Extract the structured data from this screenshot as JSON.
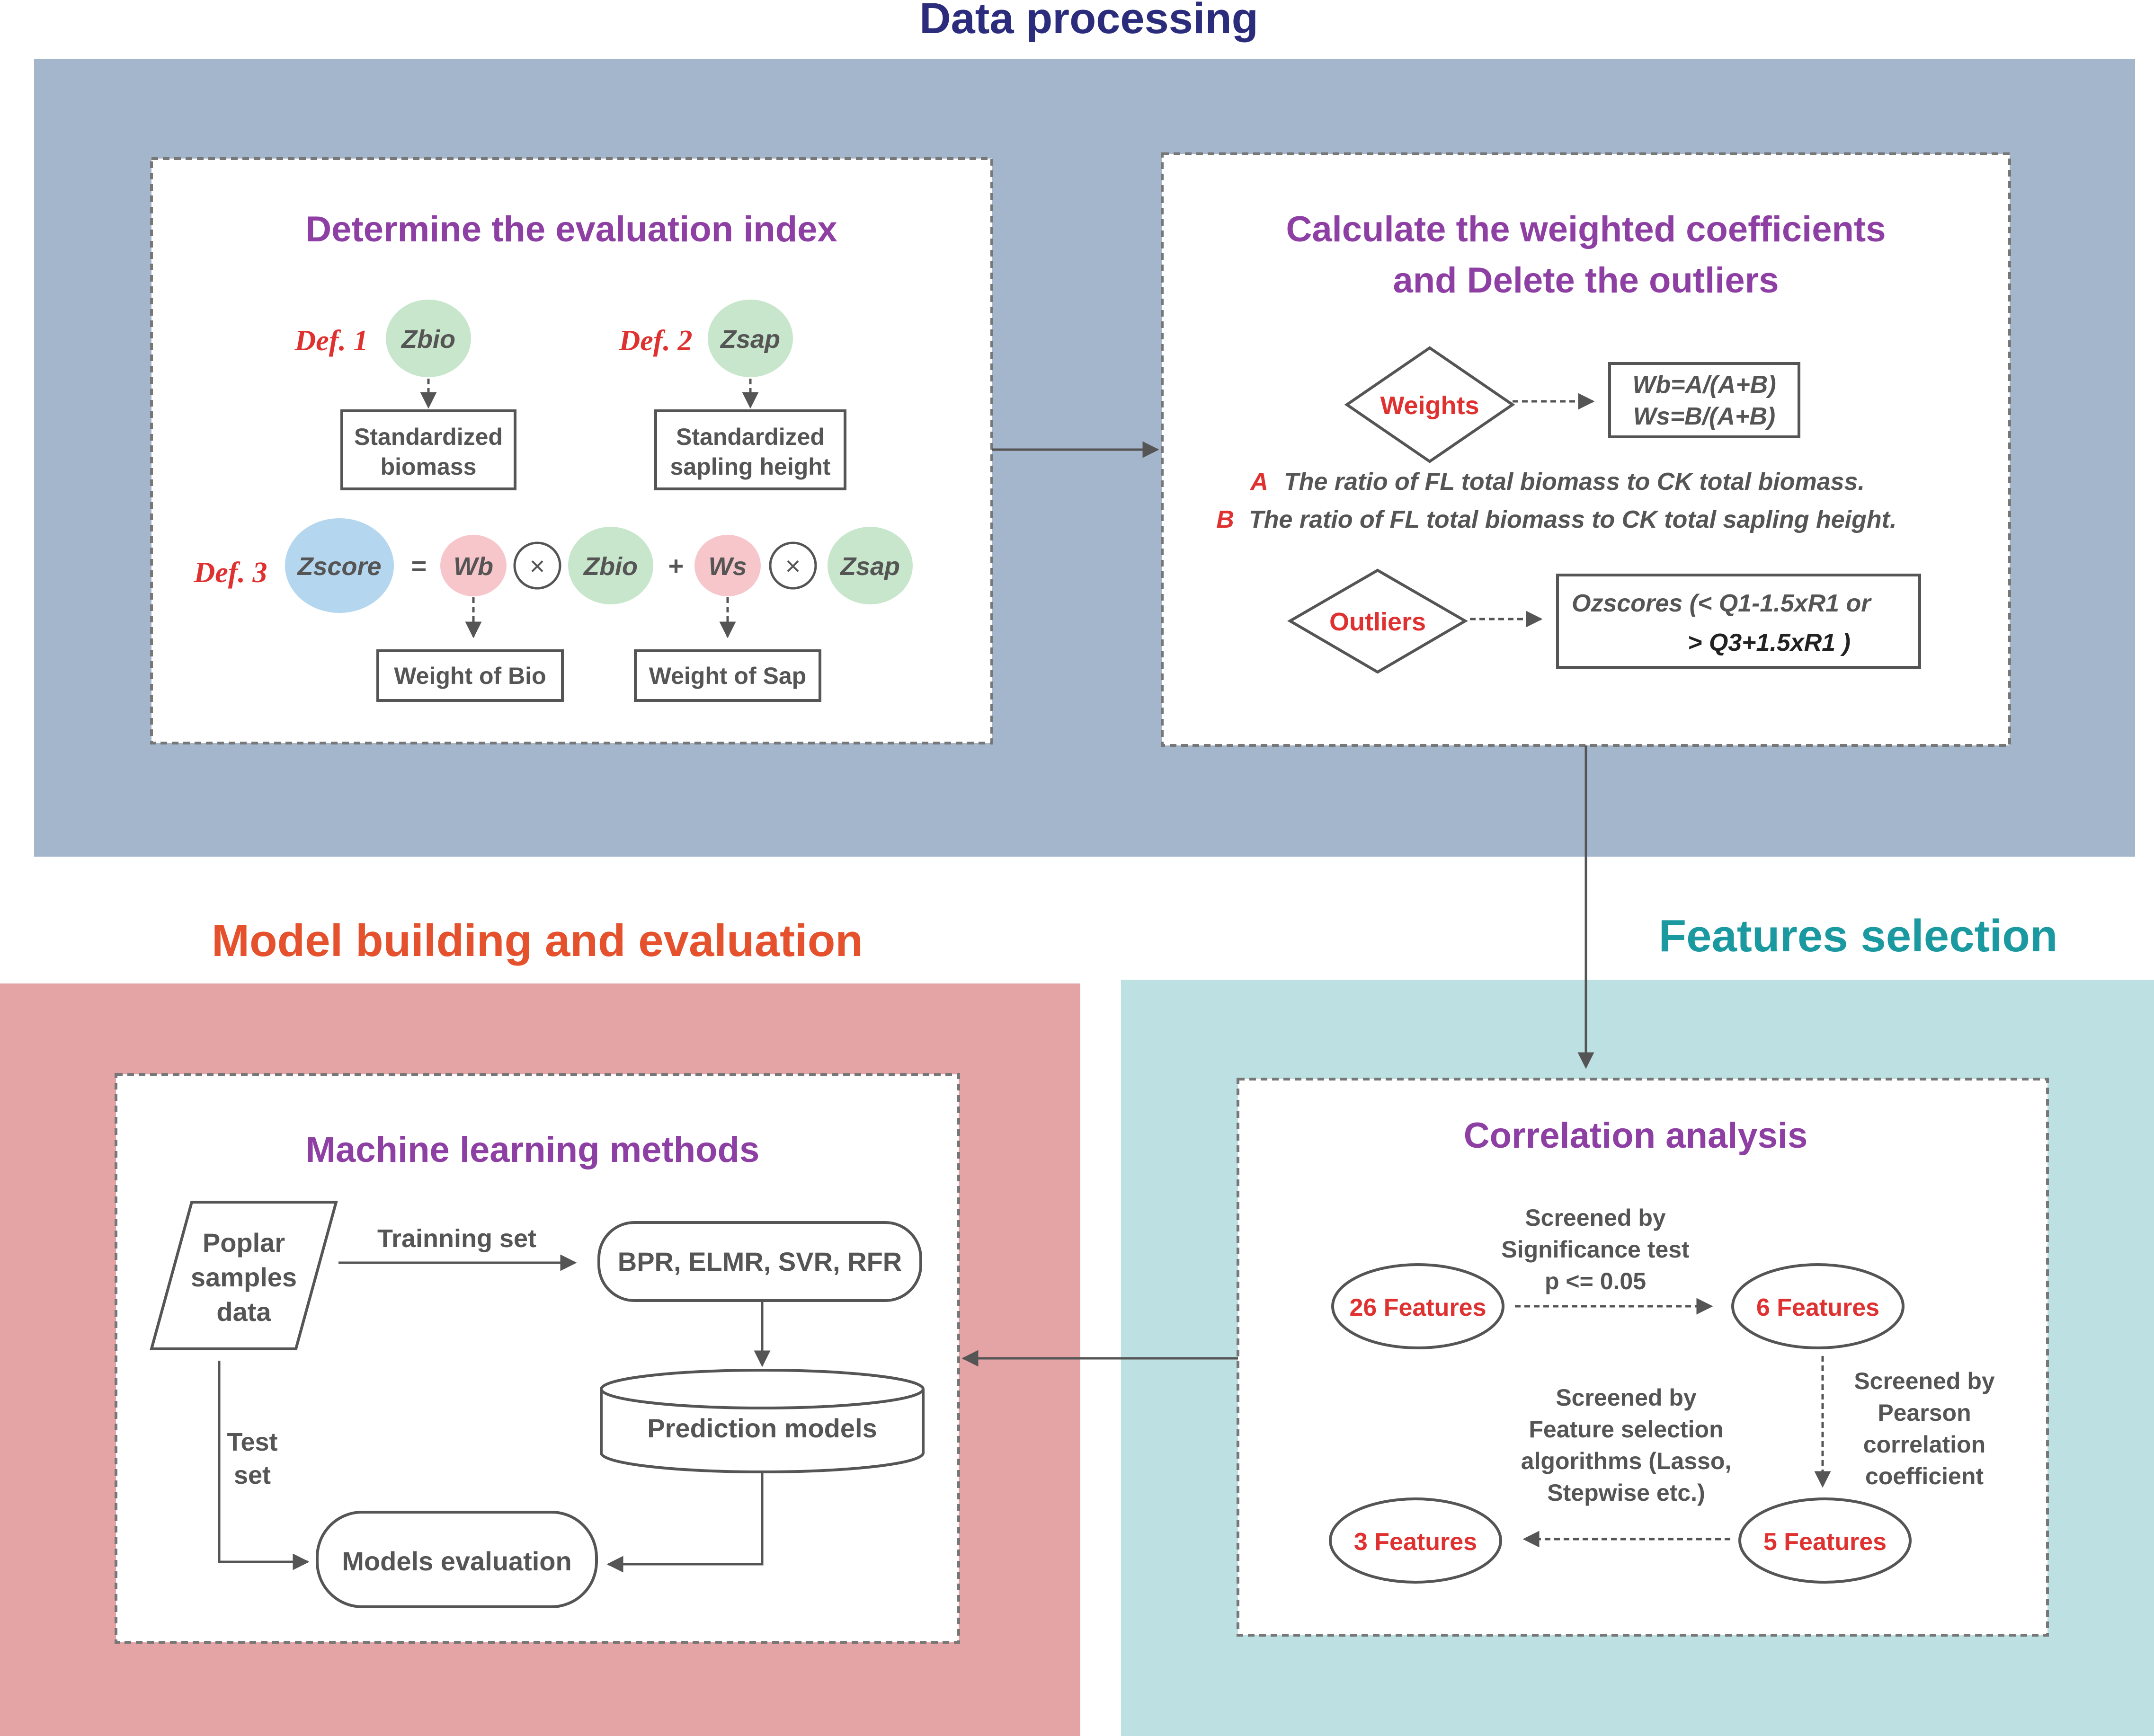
{
  "colors": {
    "processing_bg": "#a3b6cb",
    "model_bg": "#e4a4a6",
    "features_bg": "#bde0e3",
    "title_processing": "#2b2c7c",
    "title_model": "#e4512c",
    "title_features": "#1a9aa0",
    "panel_title": "#8e3fa3",
    "red": "#e03131",
    "green_circle": "#c7e6cb",
    "blue_circle": "#b4d6ef",
    "pink_circle": "#f7c6ca",
    "line": "#555555"
  },
  "sections": {
    "processing_title": "Data processing",
    "model_title": "Model building and evaluation",
    "features_title": "Features selection"
  },
  "evaluation": {
    "title": "Determine the evaluation index",
    "def1": "Def. 1",
    "def2": "Def. 2",
    "def3": "Def. 3",
    "zbio": "Zbio",
    "zsap": "Zsap",
    "std_biomass": [
      "Standardized",
      "biomass"
    ],
    "std_sapling": [
      "Standardized",
      "sapling height"
    ],
    "zscore": "Zscore",
    "equals": "=",
    "wb": "Wb",
    "times": "×",
    "plus": "+",
    "ws": "Ws",
    "weight_bio": "Weight of Bio",
    "weight_sap": "Weight of Sap"
  },
  "weights_panel": {
    "title": [
      "Calculate the weighted coefficients",
      "and Delete the outliers"
    ],
    "weights": "Weights",
    "wb_formula": "Wb=A/(A+B)",
    "ws_formula": "Ws=B/(A+B)",
    "a_label": "A",
    "a_text": "The ratio of FL total biomass to CK total biomass.",
    "b_label": "B",
    "b_text": "The ratio of FL total biomass to CK total sapling height.",
    "outliers": "Outliers",
    "ozscores_1": "Ozscores (< Q1-1.5xR1 or",
    "ozscores_2": "> Q3+1.5xR1 )"
  },
  "correlation": {
    "title": "Correlation analysis",
    "f26": "26 Features",
    "f6": "6 Features",
    "f5": "5 Features",
    "f3": "3 Features",
    "sig_test": [
      "Screened by",
      "Significance test",
      "p <= 0.05"
    ],
    "pearson": [
      "Screened by",
      "Pearson",
      "correlation",
      "coefficient"
    ],
    "fs_algo": [
      "Screened by",
      "Feature selection",
      "algorithms (Lasso,",
      "Stepwise etc.)"
    ]
  },
  "ml": {
    "title": "Machine learning methods",
    "data": [
      "Poplar",
      "samples",
      "data"
    ],
    "training": "Trainning set",
    "methods": "BPR, ELMR, SVR, RFR",
    "prediction": "Prediction models",
    "test": [
      "Test",
      "set"
    ],
    "evaluation": "Models evaluation"
  }
}
